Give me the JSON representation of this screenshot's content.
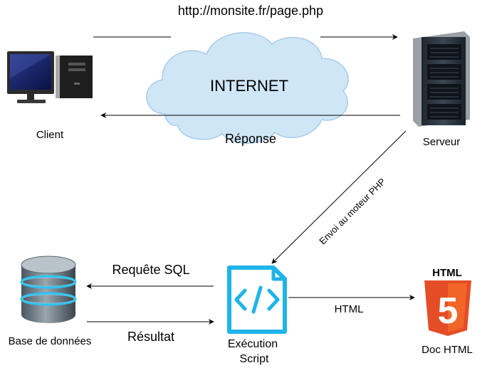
{
  "labels": {
    "url": "http://monsite.fr/page.php",
    "internet": "INTERNET",
    "reponse": "Réponse",
    "client": "Client",
    "serveur": "Serveur",
    "envoi": "Envoi au moteur PHP",
    "requete_sql": "Requête SQL",
    "resultat": "Résultat",
    "html_edge": "HTML",
    "execution_line1": "Exécution",
    "execution_line2": "Script",
    "base_donnees": "Base de données",
    "doc_html": "Doc HTML",
    "html5_badge": "HTML",
    "html5_digit": "5"
  },
  "colors": {
    "cloud": "#cfe6f7",
    "cloud_stroke": "#a9cbe8",
    "script_icon": "#1fb4e8",
    "html5_orange": "#e44d26",
    "html5_light": "#f16529",
    "arrow": "#000000"
  },
  "icons": {
    "client": "desktop-computer-icon",
    "server": "server-rack-icon",
    "database": "database-icon",
    "script": "code-file-icon",
    "html": "html5-logo-icon"
  }
}
